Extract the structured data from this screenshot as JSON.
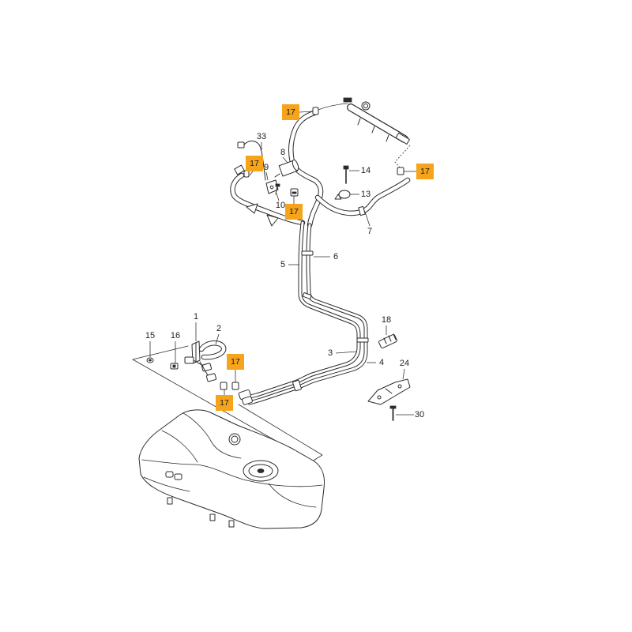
{
  "diagram": {
    "part_callouts": [
      "33",
      "8",
      "9",
      "14",
      "13",
      "10",
      "7",
      "6",
      "5",
      "18",
      "1",
      "2",
      "15",
      "16",
      "3",
      "4",
      "24",
      "30"
    ],
    "highlighted_callouts": [
      "17",
      "17",
      "17",
      "17",
      "17",
      "17"
    ],
    "colors": {
      "highlight": "#F5A41C",
      "line": "#2b2b2b",
      "background": "#ffffff"
    }
  }
}
